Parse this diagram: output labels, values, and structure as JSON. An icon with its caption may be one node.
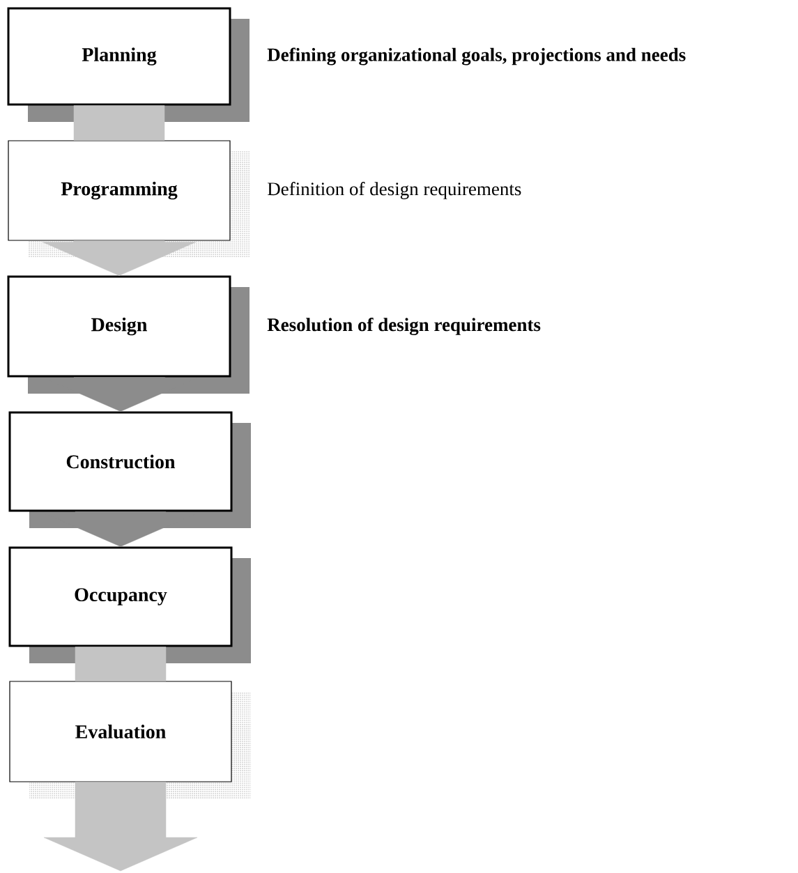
{
  "diagram": {
    "nodes": [
      {
        "text": [
          "Planning"
        ],
        "beside": [
          "Defining organizational goals, projections and needs"
        ]
      },
      {
        "text": [
          "Programming"
        ],
        "beside": [
          "Definition of design requirements"
        ]
      },
      {
        "text": [
          "Design"
        ],
        "beside": [
          "Resolution of design requirements"
        ]
      },
      {
        "text": [
          "Construction"
        ]
      },
      {
        "text": [
          "Occupancy"
        ]
      },
      {
        "text": [
          "Evaluation"
        ]
      }
    ],
    "edges": [
      {
        "from": 0,
        "to": 1,
        "arrow": "none"
      },
      {
        "from": 1,
        "to": 2,
        "arrow": "to"
      },
      {
        "from": 2,
        "to": 3,
        "arrow": "to",
        "color": "#8c8c8c"
      },
      {
        "from": 3,
        "to": 4,
        "arrow": "to",
        "color": "#8c8c8c"
      },
      {
        "from": 4,
        "to": 5,
        "arrow": "none"
      },
      {
        "from": 5,
        "to": null,
        "arrow": "to"
      }
    ]
  }
}
